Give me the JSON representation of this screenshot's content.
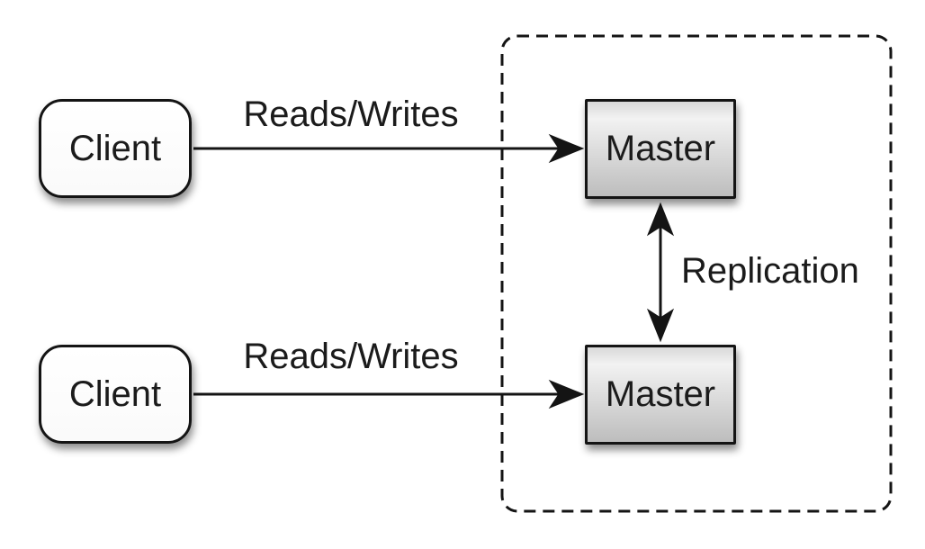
{
  "diagram": {
    "nodes": {
      "client_top": {
        "label": "Client"
      },
      "client_bottom": {
        "label": "Client"
      },
      "master_top": {
        "label": "Master"
      },
      "master_bottom": {
        "label": "Master"
      }
    },
    "edges": {
      "reads_writes_top": {
        "label": "Reads/Writes",
        "from": "client_top",
        "to": "master_top",
        "direction": "one-way"
      },
      "reads_writes_bottom": {
        "label": "Reads/Writes",
        "from": "client_bottom",
        "to": "master_bottom",
        "direction": "one-way"
      },
      "replication": {
        "label": "Replication",
        "from": "master_top",
        "to": "master_bottom",
        "direction": "two-way"
      }
    },
    "groups": {
      "replication_zone": {
        "style": "dashed",
        "contains": [
          "master_top",
          "master_bottom"
        ]
      }
    },
    "colors": {
      "background": "#ffffff",
      "stroke": "#141414",
      "text": "#1b1b1b",
      "client_fill": "#ffffff",
      "master_fill_light": "#f2f2f2",
      "master_fill_dark": "#bdbdbd"
    }
  }
}
